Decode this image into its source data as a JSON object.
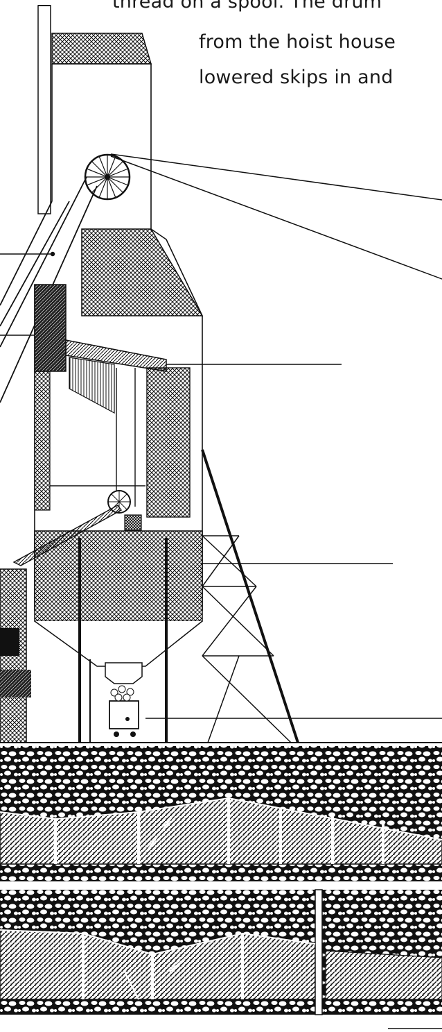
{
  "caption": {
    "line1": "thread on a spool. The drum",
    "line2": "from the hoist house",
    "line3": "lowered skips in and"
  },
  "colors": {
    "ink": "#111111",
    "paper": "#ffffff"
  },
  "illustration": {
    "subject": "headframe-with-sheave-wheel-ore-bin-skip-and-underground-tunnels"
  }
}
